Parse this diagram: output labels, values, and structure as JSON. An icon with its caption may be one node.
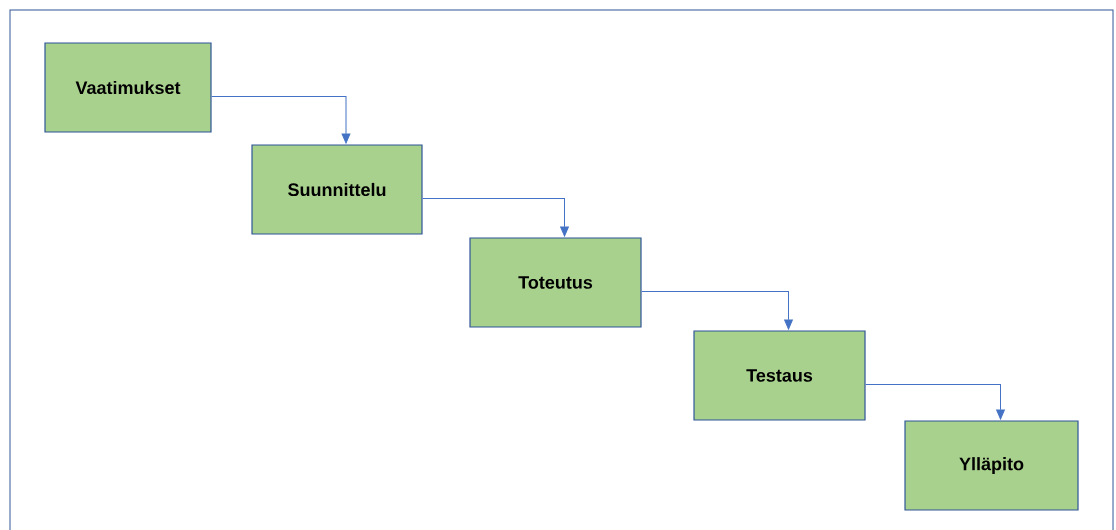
{
  "diagram": {
    "nodes": [
      {
        "text": [
          "Vaatimukset"
        ]
      },
      {
        "text": [
          "Suunnittelu"
        ]
      },
      {
        "text": [
          "Toteutus"
        ]
      },
      {
        "text": [
          "Testaus"
        ]
      },
      {
        "text": [
          "Ylläpito"
        ]
      }
    ],
    "edges": [
      {
        "from": 0,
        "to": 1,
        "arrow": "to"
      },
      {
        "from": 1,
        "to": 2,
        "arrow": "to"
      },
      {
        "from": 2,
        "to": 3,
        "arrow": "to"
      },
      {
        "from": 3,
        "to": 4,
        "arrow": "to"
      }
    ]
  }
}
